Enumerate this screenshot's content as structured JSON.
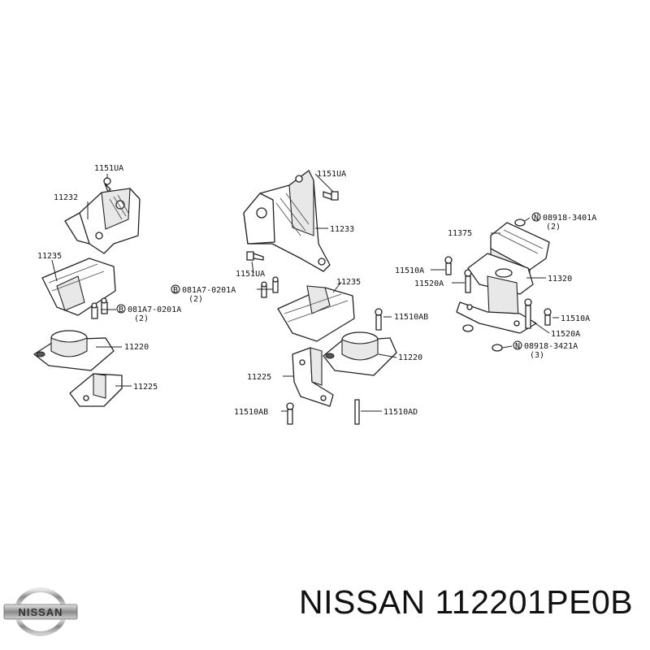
{
  "brand": {
    "logo_text": "NISSAN"
  },
  "footer": {
    "caption": "NISSAN 112201PE0B"
  },
  "parts": {
    "p1151UA_a": "1151UA",
    "p11232": "11232",
    "p11235_a": "11235",
    "p081A7_a": "081A7-0201A",
    "p081A7_a_qty": "(2)",
    "p081A7_b": "081A7-0201A",
    "p081A7_b_qty": "(2)",
    "p11220_a": "11220",
    "p11225_a": "11225",
    "p1151UA_b": "1151UA",
    "p11233": "11233",
    "p1151UA_c": "1151UA",
    "p11235_b": "11235",
    "p11510AB_a": "11510AB",
    "p11220_b": "11220",
    "p11225_b": "11225",
    "p11510AB_b": "11510AB",
    "p11510AD": "11510AD",
    "p08918_3401A": "08918-3401A",
    "p08918_3401A_qty": "(2)",
    "p11375": "11375",
    "p11510A_a": "11510A",
    "p11520A_a": "11520A",
    "p11320": "11320",
    "p11510A_b": "11510A",
    "p11520A_b": "11520A",
    "p08918_3421A": "08918-3421A",
    "p08918_3421A_qty": "(3)",
    "circle_B": "B",
    "circle_N": "N"
  }
}
